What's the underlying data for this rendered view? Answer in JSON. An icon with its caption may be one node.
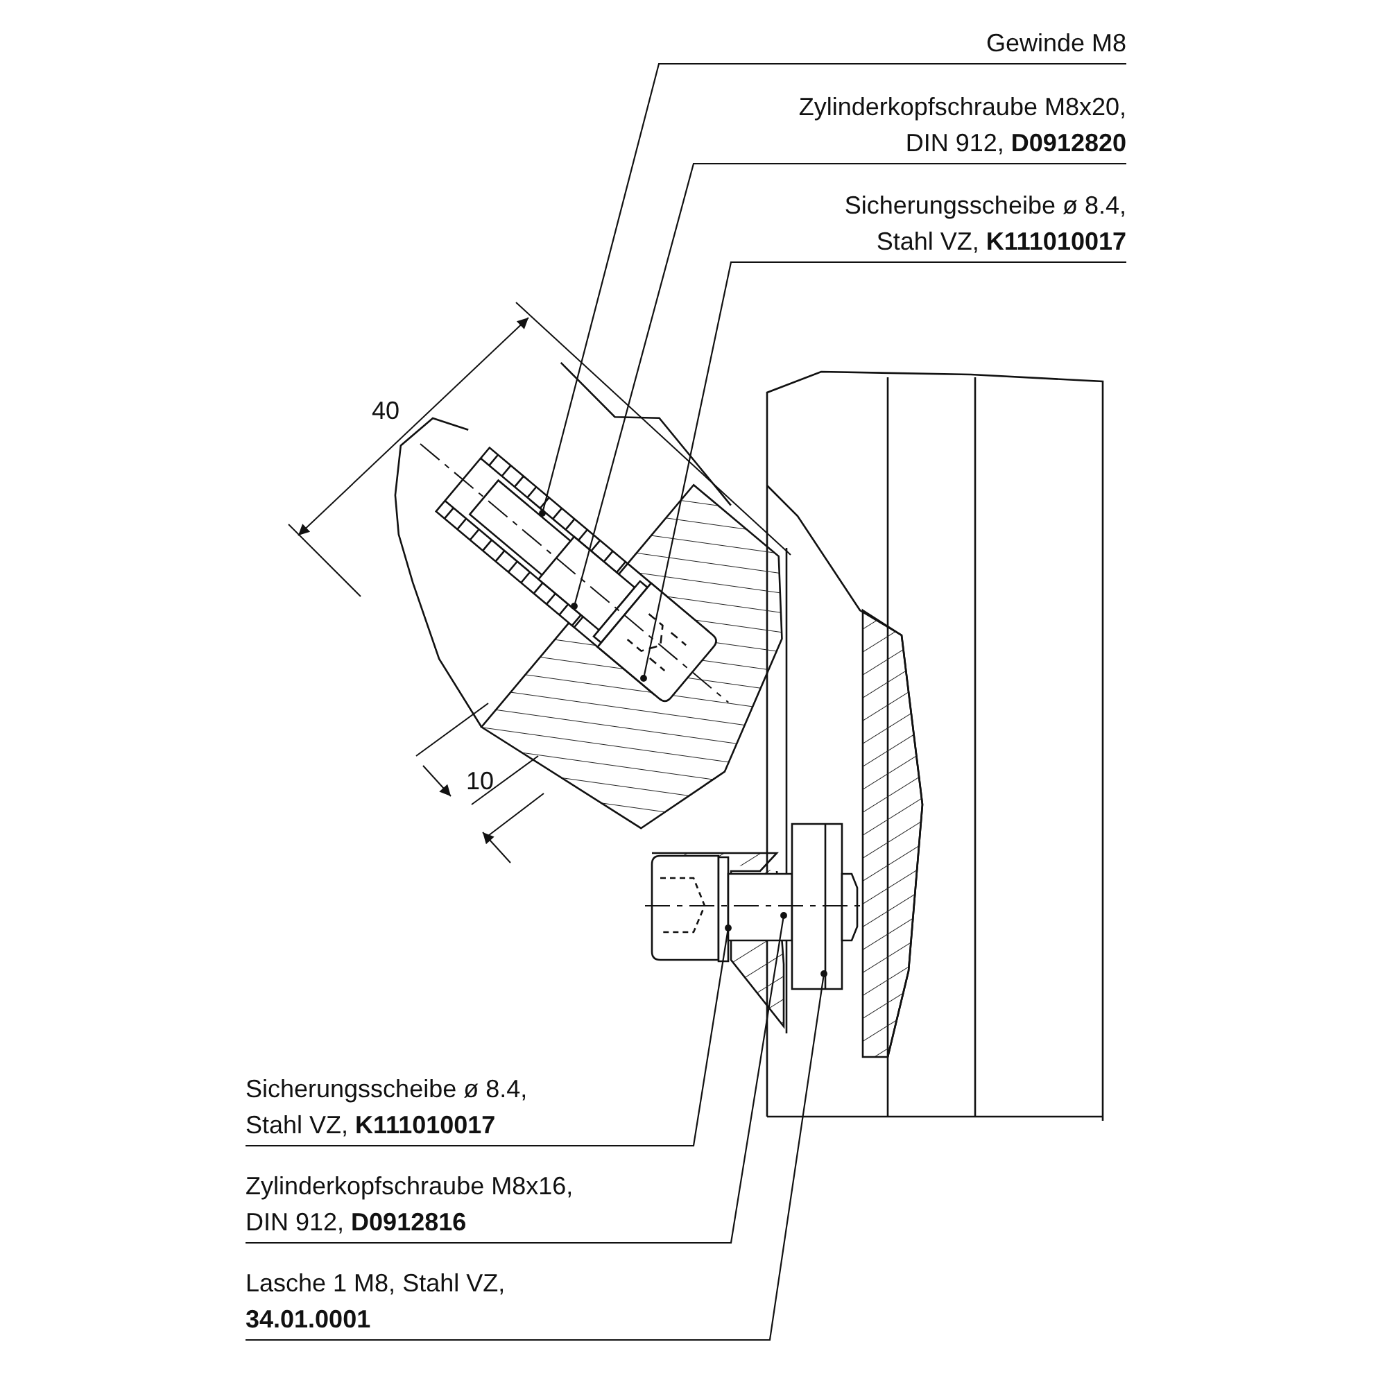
{
  "diagram": {
    "nodes": [
      {
        "text": [
          "Gewinde M8"
        ]
      },
      {
        "text": [
          "Zylinderkopfschraube M8x20, DIN 912, **D0912820**"
        ]
      },
      {
        "text": [
          "Sicherungsscheibe ø 8.4, Stahl VZ, **K111010017**"
        ]
      },
      {
        "text": [
          "Sicherungsscheibe ø 8.4, Stahl VZ, **K111010017**"
        ]
      },
      {
        "text": [
          "Zylinderkopfschraube M8x16, DIN 912, **D0912816**"
        ]
      },
      {
        "text": [
          "Lasche 1 M8, Stahl VZ, **34.01.0001**"
        ]
      }
    ],
    "edges": [
      {
        "from": 0,
        "to": null,
        "arrow": "other"
      },
      {
        "from": 1,
        "to": null,
        "arrow": "other"
      },
      {
        "from": 2,
        "to": null,
        "arrow": "other"
      },
      {
        "from": 3,
        "to": null,
        "arrow": "other"
      },
      {
        "from": 4,
        "to": null,
        "arrow": "other"
      },
      {
        "from": 5,
        "to": null,
        "arrow": "other"
      }
    ],
    "labels": [
      "40",
      "10"
    ]
  }
}
